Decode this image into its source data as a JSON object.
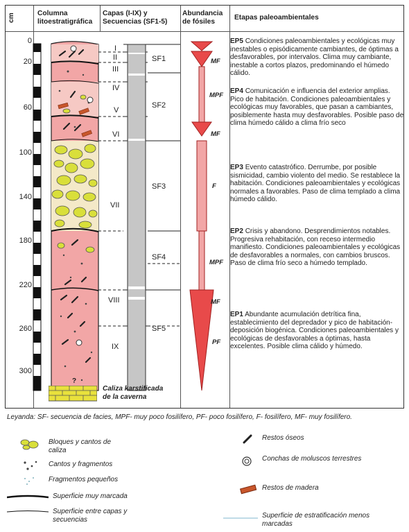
{
  "header": {
    "unit": "cm",
    "col1": "Columna litoestratigráfica",
    "col2": "Capas (I-IX) y Secuencias (SF1-5)",
    "col3": "Abundancia de fósiles",
    "col4": "Etapas paleoambientales"
  },
  "depth_ticks": [
    "0",
    "20",
    "60",
    "100",
    "140",
    "180",
    "220",
    "260",
    "300"
  ],
  "layers": [
    "I",
    "II",
    "III",
    "IV",
    "V",
    "VI",
    "VII",
    "VIII",
    "IX"
  ],
  "sequences": [
    "SF1",
    "SF2",
    "SF3",
    "SF4",
    "SF5"
  ],
  "abundance": [
    "MF",
    "MPF",
    "MF",
    "F",
    "MPF",
    "MF",
    "PF"
  ],
  "stages": [
    {
      "code": "EP5",
      "text": "Condiciones paleoambientales y ecológicas muy inestables o episódicamente cambiantes, de óptimas a desfavorables, por intervalos. Clima muy cambiante, inestable a cortos plazos, predominando el húmedo cálido."
    },
    {
      "code": "EP4",
      "text": "Comunicación e influencia del exterior amplias. Pico de habitación. Condiciones paleoambientales y ecológicas muy favorables, que pasan a cambiantes, posiblemente hasta muy desfavorables. Posible paso de clima húmedo cálido a clima frío seco"
    },
    {
      "code": "EP3",
      "text": "Evento catastrófico. Derrumbe, por posible sismicidad, cambio violento del medio. Se restablece la habitación. Condiciones paleoambientales y ecológicas normales a favorables. Paso de clima templado a clima húmedo cálido."
    },
    {
      "code": "EP2",
      "text": "Crisis y abandono. Desprendimientos notables. Progresiva rehabitación, con receso intermedio manifiesto. Condiciones paleoambientales y ecológicas de desfavorables a normales, con cambios bruscos. Paso de clima frío seco a húmedo templado."
    },
    {
      "code": "EP1",
      "text": "Abundante acumulación detrítica fina, establecimiento del depredador y pico de habitación-deposición biogénica. Condiciones paleoambientales y ecológicas de desfavorables a óptimas, hasta excelentes. Posible clima cálido y húmedo."
    }
  ],
  "base": {
    "question": "?",
    "label": "Caliza karstificada de la caverna"
  },
  "legend": {
    "title": "Leyanda: SF- secuencia de facies, MPF- muy poco fosilífero, PF- poco fosilífero, F- fosilífero, MF- muy fosilífero.",
    "blocks": "Bloques y cantos de caliza",
    "pebbles": "Cantos y fragmentos",
    "small": "Fragmentos pequeños",
    "strong": "Superficie muy marcada",
    "between": "Superficie entre capas y secuencias",
    "bones": "Restos óseos",
    "shells": "Conchas de moluscos terrestres",
    "wood": "Restos de madera",
    "strat": "Superficie de estratificación menos marcadas"
  },
  "colors": {
    "pink": "#f2a6a6",
    "pinkLight": "#f6c9c4",
    "red": "#e84a4a",
    "yellow": "#d9df3a",
    "gray": "#c6c6c6",
    "black": "#111111"
  }
}
